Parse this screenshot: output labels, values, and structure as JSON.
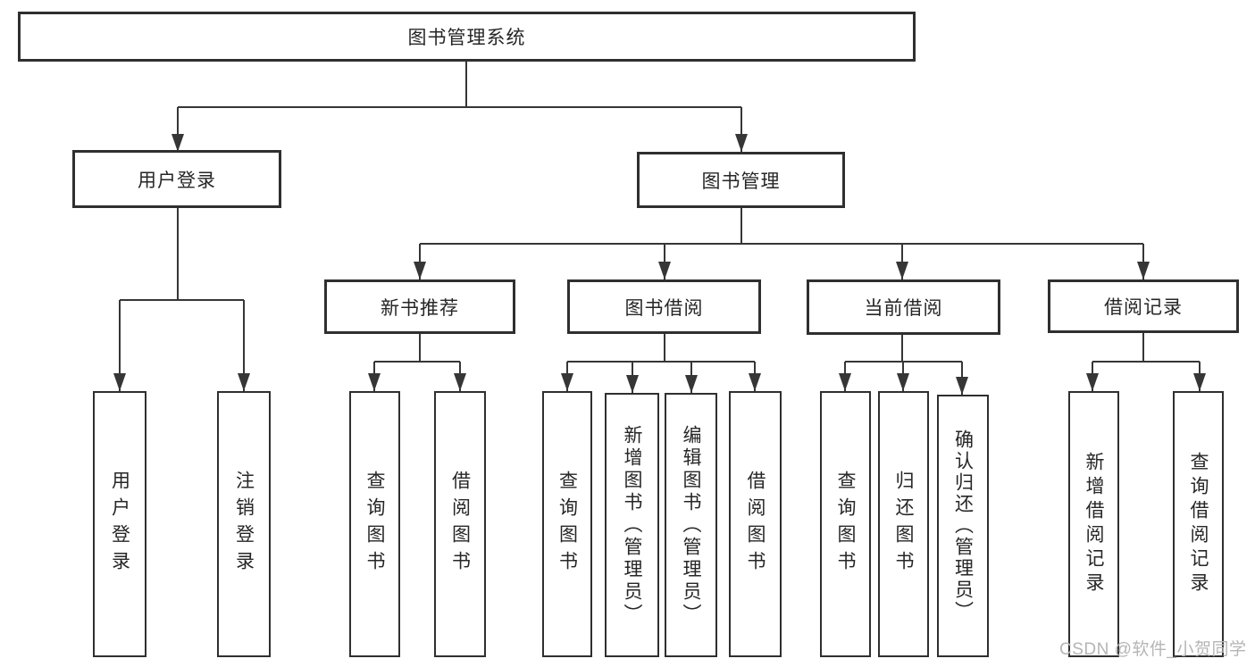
{
  "diagram": {
    "root": {
      "label": "图书管理系统"
    },
    "branches": {
      "user_login": {
        "label": "用户登录",
        "children": [
          "用户登录",
          "注销登录"
        ]
      },
      "book_mgmt": {
        "label": "图书管理",
        "sections": [
          {
            "label": "新书推荐",
            "children": [
              "查询图书",
              "借阅图书"
            ]
          },
          {
            "label": "图书借阅",
            "children": [
              "查询图书",
              "新增图书（管理员）",
              "编辑图书（管理员）",
              "借阅图书"
            ]
          },
          {
            "label": "当前借阅",
            "children": [
              "查询图书",
              "归还图书",
              "确认归还（管理员）"
            ]
          },
          {
            "label": "借阅记录",
            "children": [
              "新增借阅记录",
              "查询借阅记录"
            ]
          }
        ]
      }
    },
    "watermark": "CSDN @软件_小贺同学",
    "colors": {
      "line": "#363636",
      "box_border": "#2f2f2f",
      "box_fill": "#ffffff",
      "text": "#262626",
      "watermark": "#b5b5b5"
    }
  }
}
